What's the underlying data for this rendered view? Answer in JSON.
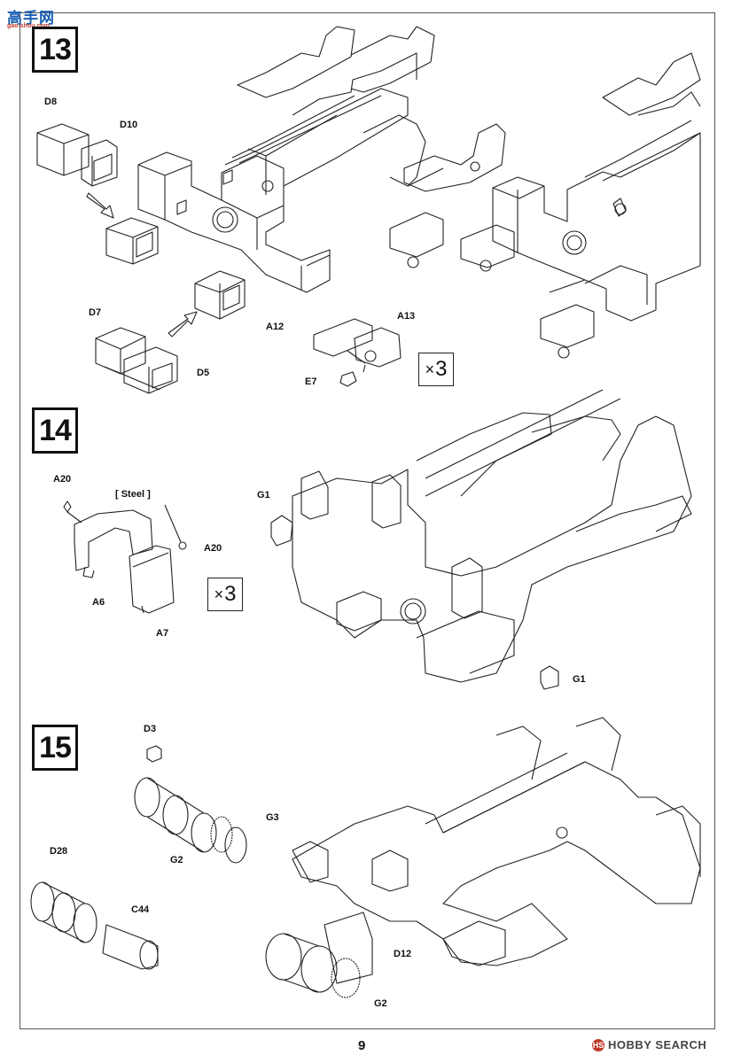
{
  "watermark": {
    "logo": "高手网",
    "logo_sub": "gao-shou.com",
    "brand": "HOBBY SEARCH",
    "brand_icon": "HS"
  },
  "page_number": "9",
  "steps": [
    {
      "number": "13",
      "quantity": "3",
      "parts": {
        "d8": "D8",
        "d10": "D10",
        "d7": "D7",
        "d5": "D5",
        "a12": "A12",
        "a13": "A13",
        "e7": "E7"
      }
    },
    {
      "number": "14",
      "quantity": "3",
      "parts": {
        "a20_top": "A20",
        "a20_right": "A20",
        "a6": "A6",
        "a7": "A7",
        "g1_left": "G1",
        "g1_right": "G1"
      },
      "material_note": "[ Steel ]"
    },
    {
      "number": "15",
      "parts": {
        "d3": "D3",
        "g3": "G3",
        "g2_top": "G2",
        "d28": "D28",
        "c44": "C44",
        "d12": "D12",
        "g2_bottom": "G2"
      }
    }
  ],
  "qty_prefix": "×"
}
